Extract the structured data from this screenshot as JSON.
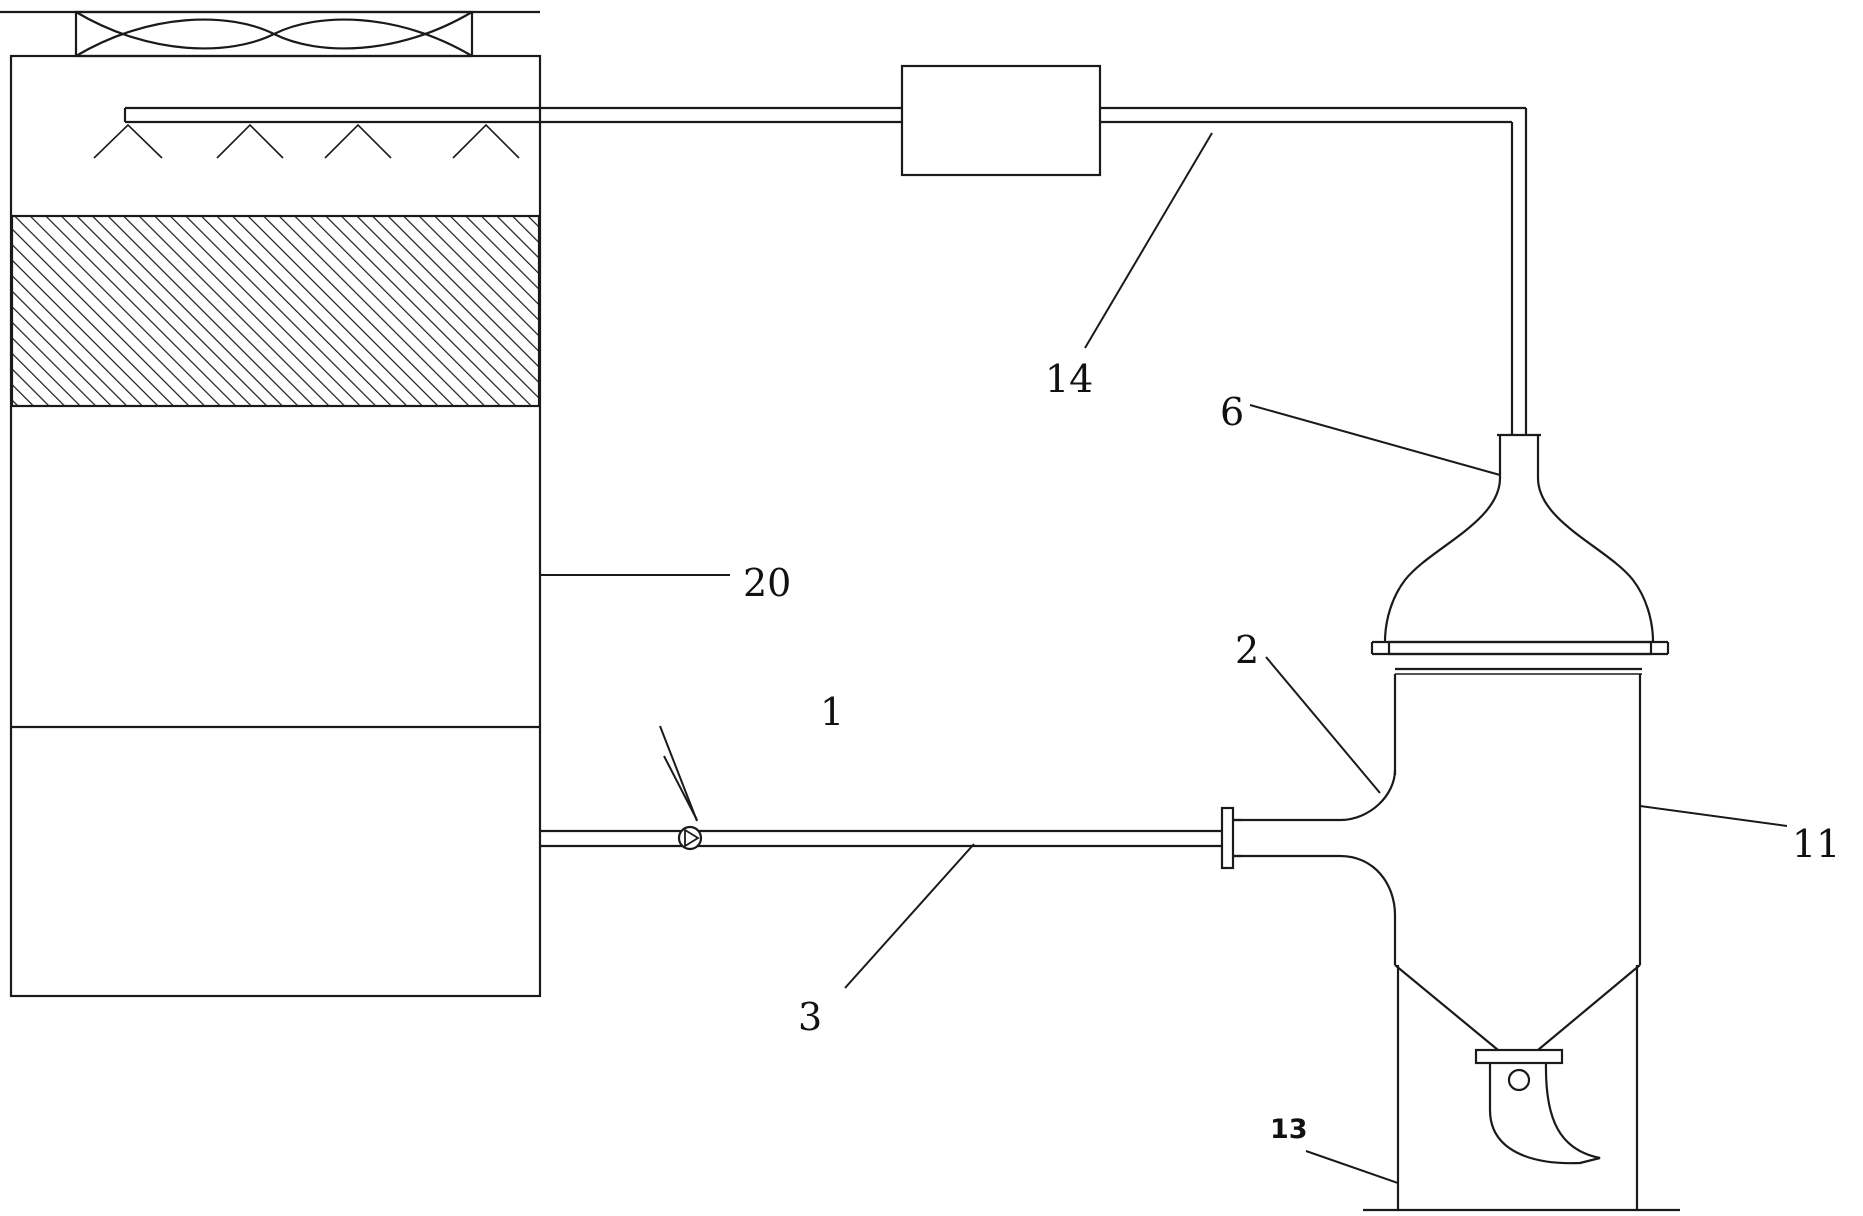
{
  "labels": {
    "pump": "1",
    "branch_pipe": "2",
    "inlet_pipe": "3",
    "top_outlet": "6",
    "tank_body": "11",
    "support_frame": "13",
    "return_pipe": "14",
    "cooling_tower": "20"
  },
  "colors": {
    "line": "#1a1a1a",
    "background": "#ffffff",
    "hatch": "#1a1a1a"
  }
}
